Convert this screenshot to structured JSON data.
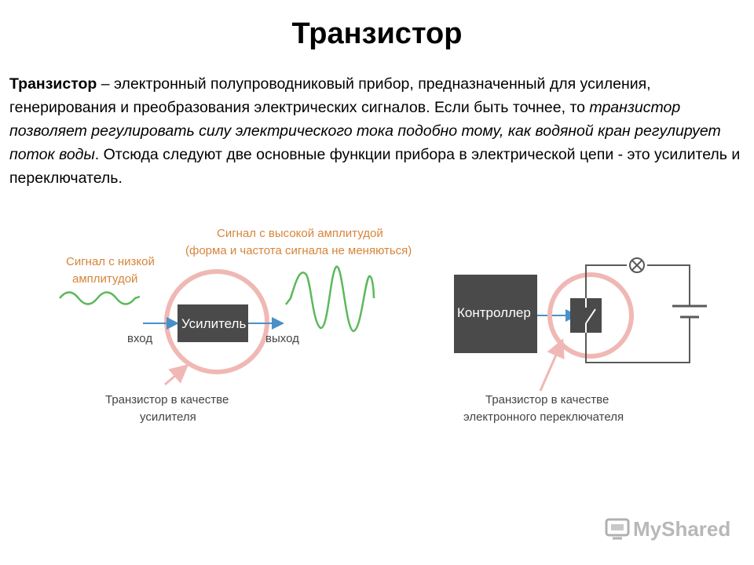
{
  "title": "Транзистор",
  "intro": {
    "term": "Транзистор",
    "part1": " – электронный полупроводниковый прибор, предназначенный для усиления, генерирования и преобразования электрических сигналов. Если быть точнее, то ",
    "italic": "транзистор позволяет регулировать силу электрического тока подобно тому, как водяной кран регулирует поток воды",
    "part2": ". Отсюда следуют две основные функции прибора в электрической цепи - это усилитель и переключатель."
  },
  "amplifier": {
    "low_signal_line1": "Сигнал с низкой",
    "low_signal_line2": "амплитудой",
    "high_signal_line1": "Сигнал с высокой амплитудой",
    "high_signal_line2": "(форма и частота сигнала не меняються)",
    "box_label": "Усилитель",
    "input_label": "вход",
    "output_label": "выход",
    "caption_line1": "Транзистор в качестве",
    "caption_line2": "усилителя"
  },
  "switch": {
    "controller_label": "Контроллер",
    "caption_line1": "Транзистор в качестве",
    "caption_line2": "электронного переключателя"
  },
  "watermark": "MyShared",
  "colors": {
    "orange": "#d6853a",
    "green": "#5cb85c",
    "blue": "#4a90c8",
    "pink": "#f0b8b4",
    "box": "#4a4a4a",
    "wire": "#5a5a5a"
  }
}
